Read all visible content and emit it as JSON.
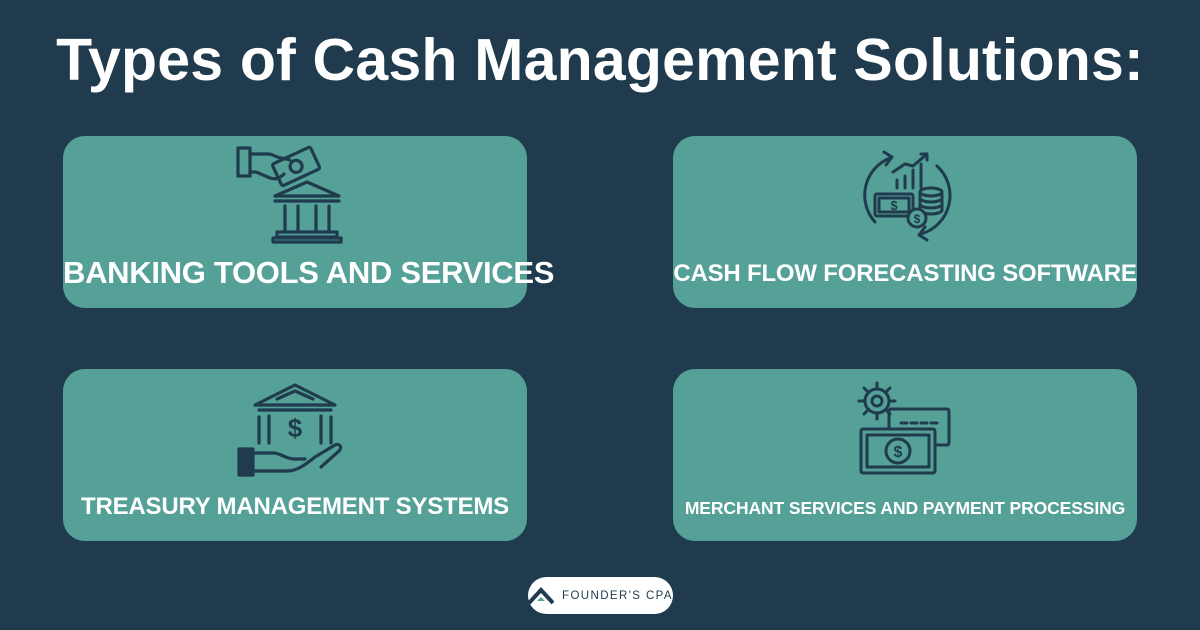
{
  "title": "Types of Cash Management Solutions:",
  "colors": {
    "background": "#1f3b4d",
    "card": "#55a197",
    "icon": "#1f3b4d",
    "text": "#ffffff"
  },
  "cards": [
    {
      "label": "BANKING TOOLS AND SERVICES",
      "icon": "hand-money-bank-icon"
    },
    {
      "label": "CASH FLOW FORECASTING SOFTWARE",
      "icon": "cash-flow-cycle-icon"
    },
    {
      "label": "TREASURY MANAGEMENT SYSTEMS",
      "icon": "bank-in-hand-icon"
    },
    {
      "label": "MERCHANT SERVICES AND PAYMENT PROCESSING",
      "icon": "gear-card-cash-icon"
    }
  ],
  "logo": {
    "text": "FOUNDER'S CPA",
    "icon": "founders-cpa-logo-mark"
  }
}
